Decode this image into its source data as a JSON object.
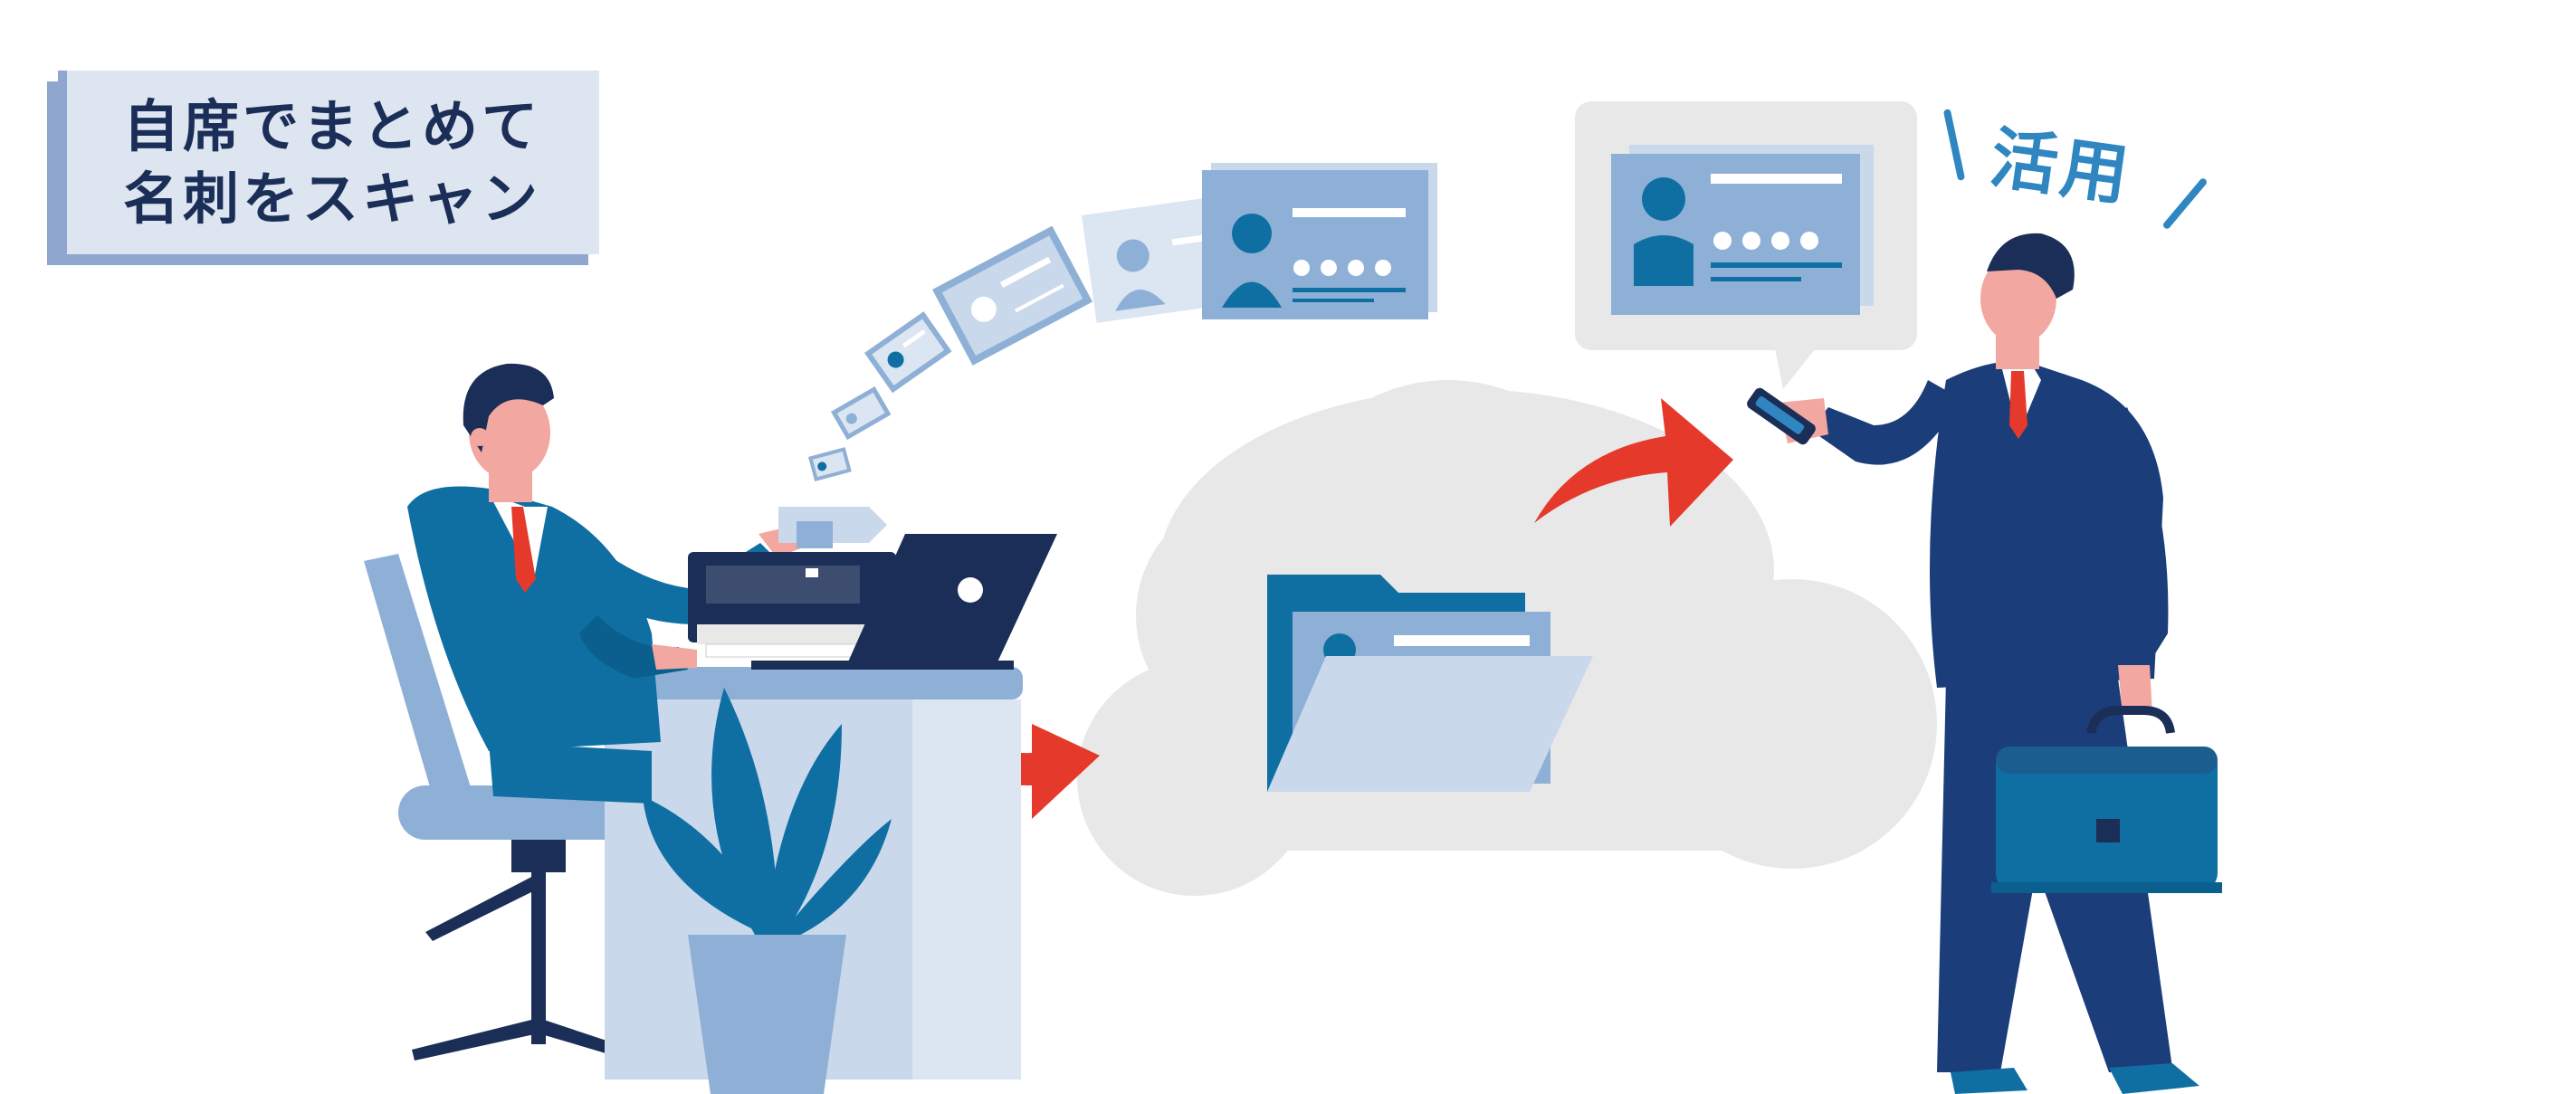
{
  "labels": {
    "scan_line1": "自席でまとめて",
    "scan_line2": "名刺をスキャン",
    "use": "活用"
  },
  "colors": {
    "navy": "#1b2e57",
    "blue": "#0f6fa3",
    "light_blue": "#8fb0d6",
    "pale_blue": "#c9d8ea",
    "gray_cloud": "#e6e6e6",
    "arrow_red": "#e53a2b",
    "skin": "#f2a7a0"
  },
  "icons": {
    "scanner": "document-scanner-icon",
    "laptop": "laptop-icon",
    "cloud": "cloud-icon",
    "folder": "folder-icon",
    "smartphone": "smartphone-icon",
    "business_card": "business-card-icon",
    "arrow": "curved-arrow-icon"
  }
}
